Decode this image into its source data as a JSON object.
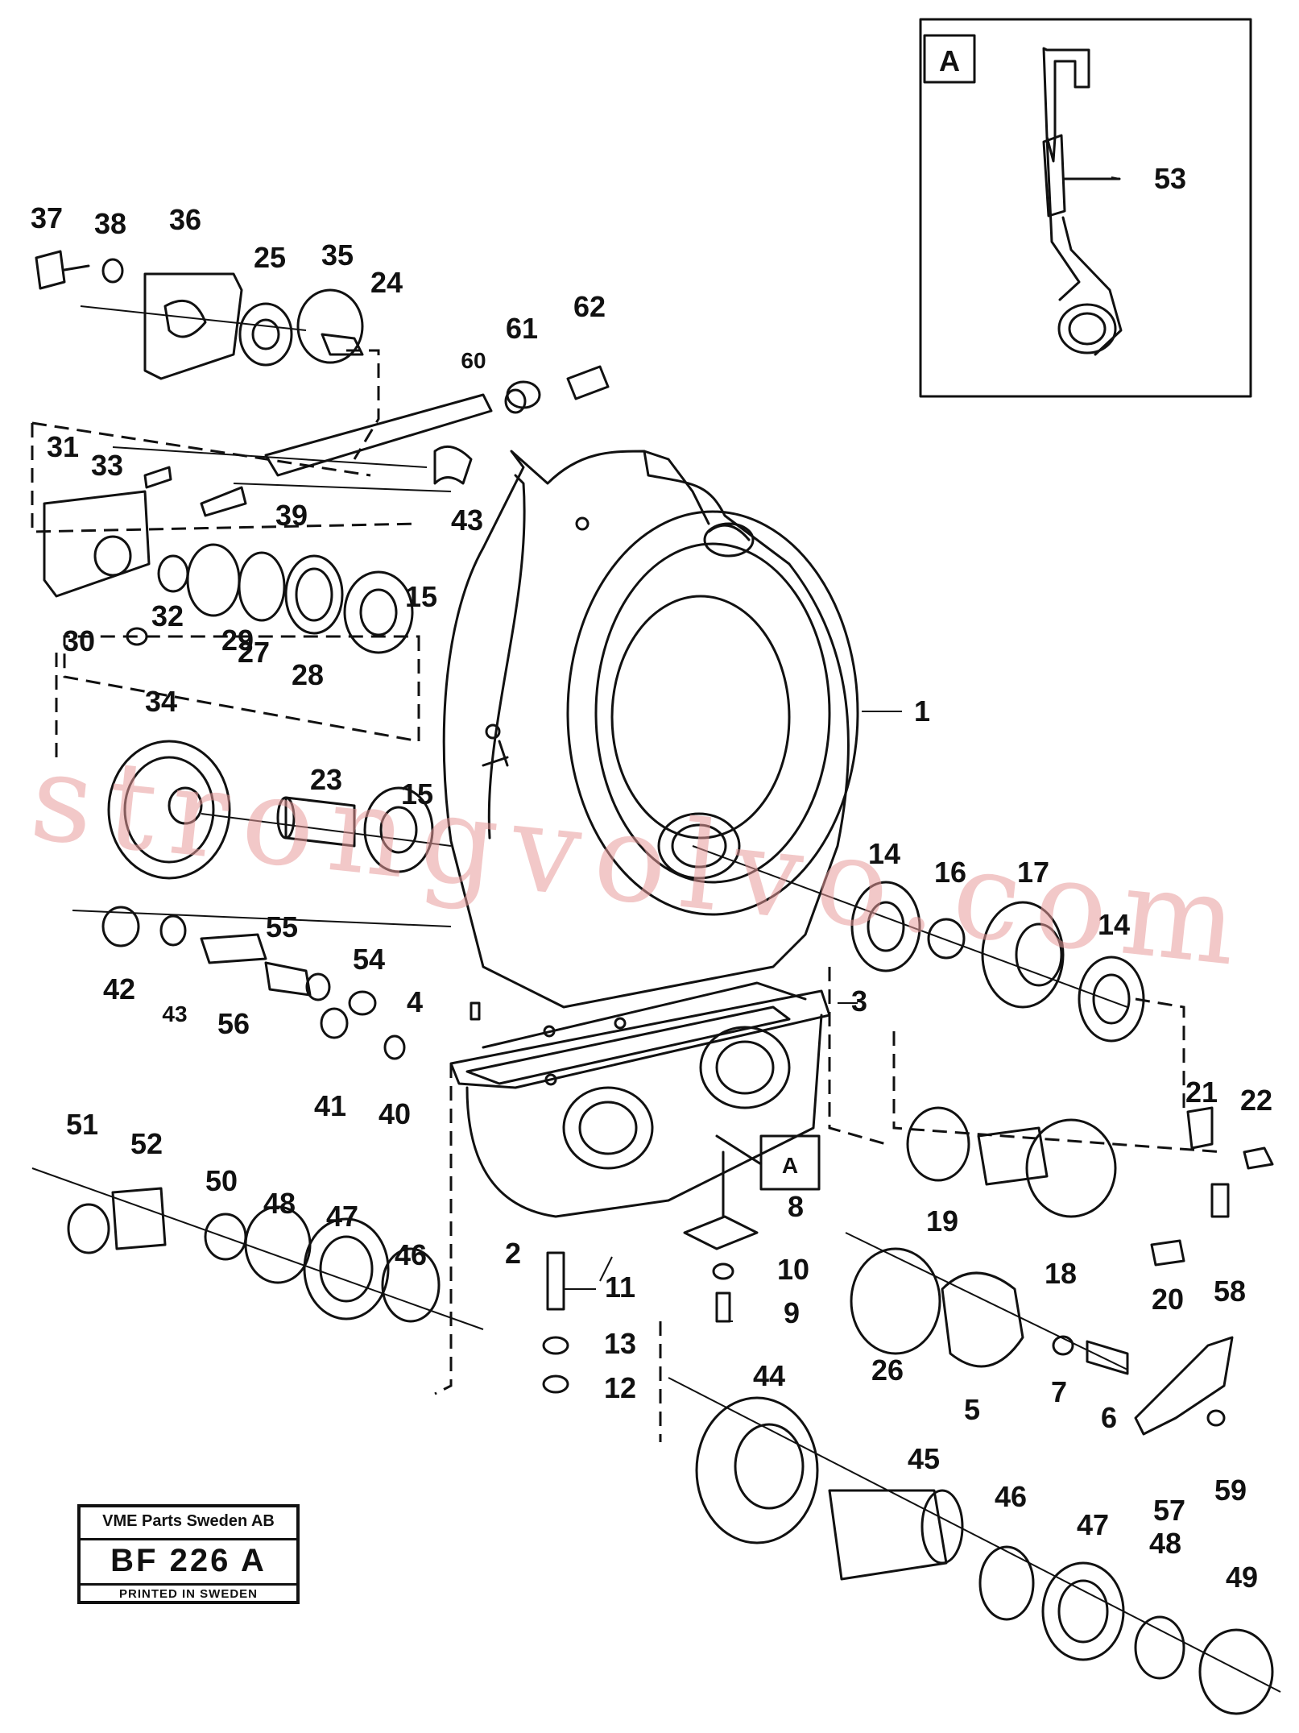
{
  "diagram": {
    "watermark": "strongvolvo.com",
    "detail_label": "A",
    "detail_callout": "A",
    "part_numbers": [
      "1",
      "2",
      "3",
      "4",
      "5",
      "6",
      "7",
      "8",
      "9",
      "10",
      "11",
      "12",
      "13",
      "14",
      "14",
      "15",
      "15",
      "16",
      "17",
      "18",
      "19",
      "20",
      "21",
      "22",
      "23",
      "24",
      "25",
      "26",
      "27",
      "28",
      "29",
      "30",
      "31",
      "32",
      "33",
      "34",
      "35",
      "36",
      "37",
      "38",
      "39",
      "40",
      "41",
      "42",
      "43",
      "43",
      "44",
      "45",
      "46",
      "46",
      "47",
      "47",
      "48",
      "48",
      "49",
      "50",
      "51",
      "52",
      "53",
      "54",
      "55",
      "56",
      "57",
      "58",
      "59",
      "60",
      "61",
      "62"
    ]
  },
  "title_block": {
    "company": "VME Parts Sweden AB",
    "code": "BF 226 A",
    "printed": "PRINTED IN SWEDEN"
  }
}
